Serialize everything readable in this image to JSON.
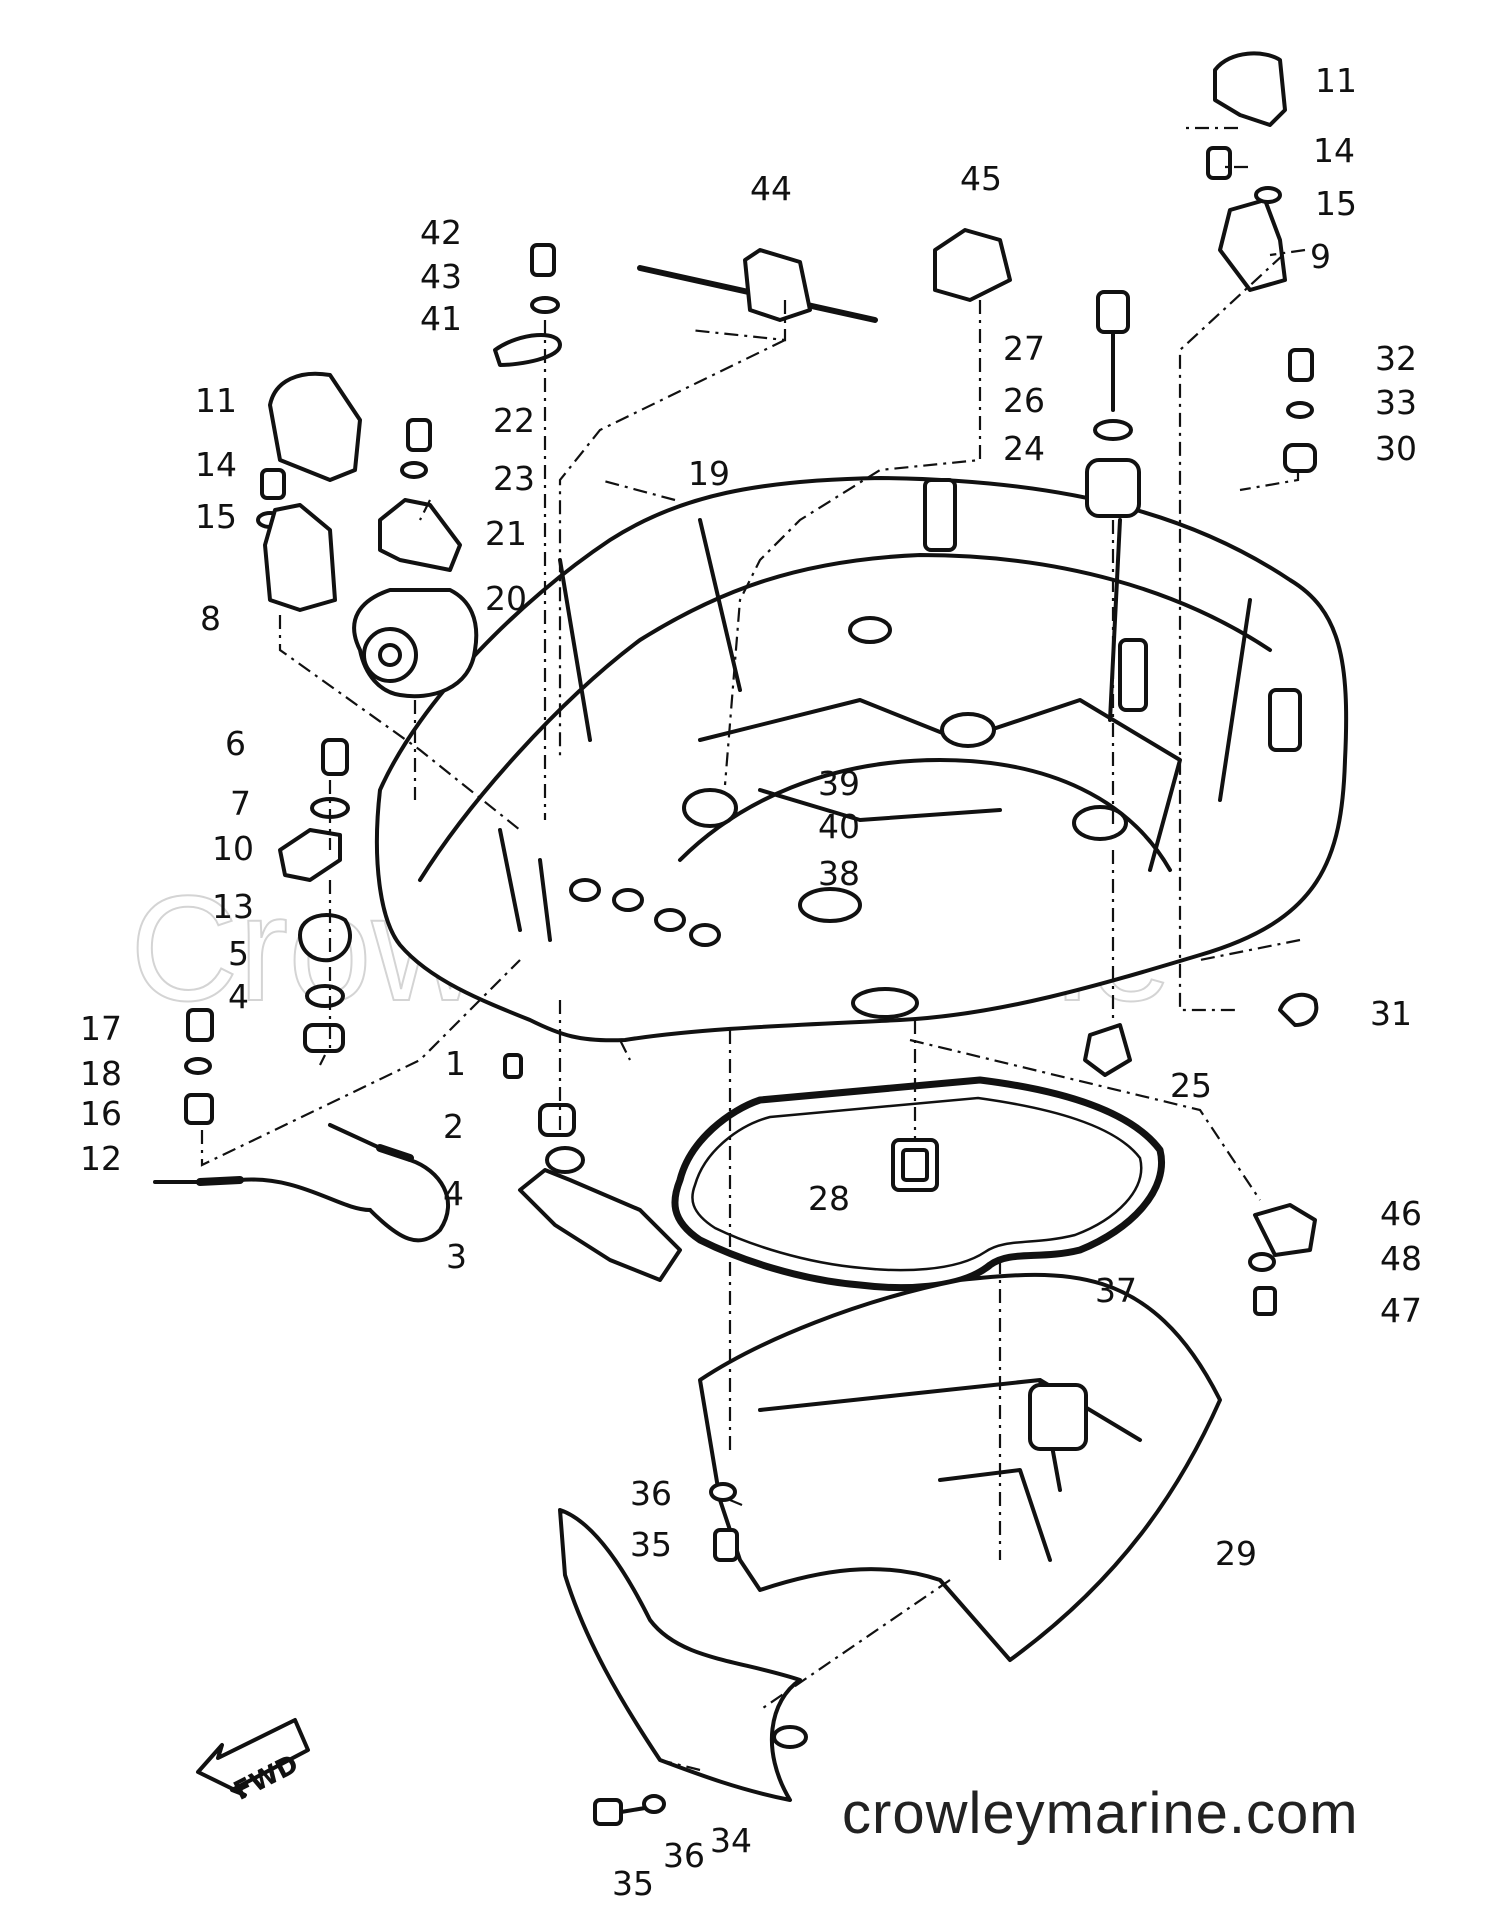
{
  "watermark": "Crowley Marine",
  "website": "crowleymarine.com",
  "forward_label": "FWD",
  "callouts": [
    {
      "id": "c11a",
      "text": "11"
    },
    {
      "id": "c14a",
      "text": "14"
    },
    {
      "id": "c15a",
      "text": "15"
    },
    {
      "id": "c9",
      "text": "9"
    },
    {
      "id": "c44",
      "text": "44"
    },
    {
      "id": "c45",
      "text": "45"
    },
    {
      "id": "c42",
      "text": "42"
    },
    {
      "id": "c43",
      "text": "43"
    },
    {
      "id": "c41",
      "text": "41"
    },
    {
      "id": "c27",
      "text": "27"
    },
    {
      "id": "c26",
      "text": "26"
    },
    {
      "id": "c24",
      "text": "24"
    },
    {
      "id": "c32",
      "text": "32"
    },
    {
      "id": "c33",
      "text": "33"
    },
    {
      "id": "c30",
      "text": "30"
    },
    {
      "id": "c11b",
      "text": "11"
    },
    {
      "id": "c22",
      "text": "22"
    },
    {
      "id": "c14b",
      "text": "14"
    },
    {
      "id": "c23",
      "text": "23"
    },
    {
      "id": "c19",
      "text": "19"
    },
    {
      "id": "c15b",
      "text": "15"
    },
    {
      "id": "c21",
      "text": "21"
    },
    {
      "id": "c20",
      "text": "20"
    },
    {
      "id": "c8",
      "text": "8"
    },
    {
      "id": "c6",
      "text": "6"
    },
    {
      "id": "c7",
      "text": "7"
    },
    {
      "id": "c10",
      "text": "10"
    },
    {
      "id": "c39",
      "text": "39"
    },
    {
      "id": "c40",
      "text": "40"
    },
    {
      "id": "c38",
      "text": "38"
    },
    {
      "id": "c13",
      "text": "13"
    },
    {
      "id": "c5",
      "text": "5"
    },
    {
      "id": "c4a",
      "text": "4"
    },
    {
      "id": "c31",
      "text": "31"
    },
    {
      "id": "c17",
      "text": "17"
    },
    {
      "id": "c1",
      "text": "1"
    },
    {
      "id": "c25",
      "text": "25"
    },
    {
      "id": "c18",
      "text": "18"
    },
    {
      "id": "c16",
      "text": "16"
    },
    {
      "id": "c2",
      "text": "2"
    },
    {
      "id": "c12",
      "text": "12"
    },
    {
      "id": "c4b",
      "text": "4"
    },
    {
      "id": "c28",
      "text": "28"
    },
    {
      "id": "c46",
      "text": "46"
    },
    {
      "id": "c3",
      "text": "3"
    },
    {
      "id": "c48",
      "text": "48"
    },
    {
      "id": "c37",
      "text": "37"
    },
    {
      "id": "c47",
      "text": "47"
    },
    {
      "id": "c36a",
      "text": "36"
    },
    {
      "id": "c35a",
      "text": "35"
    },
    {
      "id": "c29",
      "text": "29"
    },
    {
      "id": "c34",
      "text": "34"
    },
    {
      "id": "c36b",
      "text": "36"
    },
    {
      "id": "c35b",
      "text": "35"
    }
  ]
}
